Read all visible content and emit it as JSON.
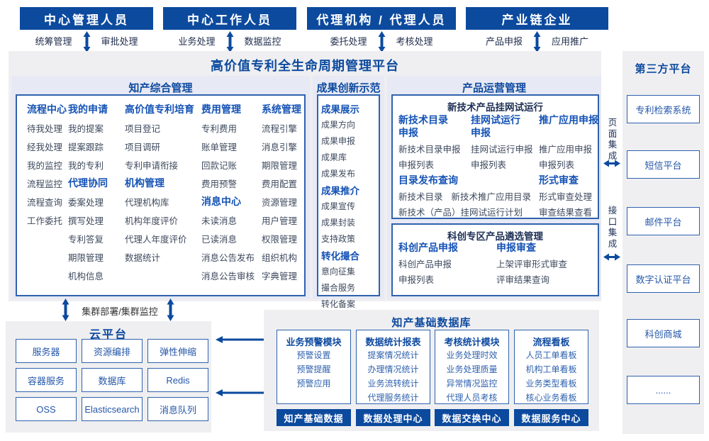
{
  "colors": {
    "primary": "#0C4A9E",
    "section_header": "#1553B5",
    "panel_bg": "#E7E9F4",
    "area_bg": "#EFEFF1",
    "box_border": "#2F62AE",
    "item_text": "#3E4A5E",
    "blue_item_text": "#2457A8",
    "dark_label": "#1C2E54"
  },
  "actors": [
    {
      "title": "中心管理人员",
      "left": "统筹管理",
      "right": "审批处理"
    },
    {
      "title": "中心工作人员",
      "left": "业务处理",
      "right": "数据监控"
    },
    {
      "title": "代理机构 / 代理人员",
      "left": "委托处理",
      "right": "考核处理"
    },
    {
      "title": "产业链企业",
      "left": "产品申报",
      "right": "应用推广"
    }
  ],
  "platform_title": "高价值专利全生命周期管理平台",
  "zhichan": {
    "title": "知产综合管理",
    "col1_sec1": {
      "header": "流程中心",
      "items": [
        "待我处理",
        "经我处理",
        "我的监控",
        "流程监控",
        "流程查询",
        "工作委托"
      ]
    },
    "col2_sec1": {
      "header": "我的申请",
      "items": [
        "我的提案",
        "提案跟踪",
        "我的专利"
      ]
    },
    "col2_sec2": {
      "header": "代理协同",
      "items": [
        "委案处理",
        "撰写处理",
        "专利答复",
        "期限管理",
        "机构信息"
      ]
    },
    "col3_sec1": {
      "header": "高价值专利培育",
      "items": [
        "项目登记",
        "项目调研",
        "专利申请衔接"
      ]
    },
    "col3_sec2": {
      "header": "机构管理",
      "items": [
        "代理机构库",
        "机构年度评价",
        "代理人年度评价",
        "数据统计"
      ]
    },
    "col4_sec1": {
      "header": "费用管理",
      "items": [
        "专利费用",
        "账单管理",
        "回款记账",
        "费用预警"
      ]
    },
    "col4_sec2": {
      "header": "消息中心",
      "items": [
        "未读消息",
        "已读消息",
        "消息公告发布",
        "消息公告审核"
      ]
    },
    "col5_sec1": {
      "header": "系统管理",
      "items": [
        "流程引擎",
        "消息引擎",
        "期限管理",
        "费用配置",
        "资源管理",
        "用户管理",
        "权限管理",
        "组织机构",
        "字典管理"
      ]
    }
  },
  "chengguo": {
    "title": "成果创新示范",
    "sec1": {
      "header": "成果展示",
      "items": [
        "成果方向",
        "成果申报",
        "成果库",
        "成果发布"
      ]
    },
    "sec2": {
      "header": "成果推介",
      "items": [
        "成果宣传",
        "成果封装",
        "支持政策"
      ]
    },
    "sec3": {
      "header": "转化撮合",
      "items": [
        "意向征集",
        "撮合服务",
        "转化备案"
      ]
    }
  },
  "chanpin": {
    "title": "产品运营管理",
    "box1_title": "新技术产品挂网试运行",
    "g1": {
      "h1": "新技术目录",
      "h2": "申报",
      "items": [
        "新技术目录申报",
        "申报列表"
      ]
    },
    "g2": {
      "h1": "挂网试运行",
      "h2": "申报",
      "items": [
        "挂网试运行申报",
        "申报列表"
      ]
    },
    "g3": {
      "h1": "推广应用申报",
      "h2": "",
      "items": [
        "推广应用申报",
        "申报列表"
      ]
    },
    "g4": {
      "header": "目录发布查询",
      "items": [
        "新技术目录",
        "新技术推广应用目录",
        "新技术（产品）挂网试运行计划"
      ]
    },
    "g5": {
      "header": "形式审查",
      "items": [
        "形式审查处理",
        "审查结果查看"
      ]
    },
    "box2_title": "科创专区产品遴选管理",
    "g6": {
      "header": "科创产品申报",
      "items": [
        "科创产品申报",
        "申报列表"
      ]
    },
    "g7": {
      "header": "申报审查",
      "items": [
        "上架评审形式审查",
        "评审结果查询"
      ]
    }
  },
  "integration": {
    "page": "页面集成",
    "interface": "接口集成"
  },
  "third_party": {
    "title": "第三方平台",
    "items": [
      "专利检索系统",
      "短信平台",
      "邮件平台",
      "数字认证平台",
      "科创商城",
      "......"
    ]
  },
  "cluster_label": "集群部署/集群监控",
  "cloud": {
    "title": "云平台",
    "items": [
      "服务器",
      "资源编排",
      "弹性伸缩",
      "容器服务",
      "数据库",
      "Redis",
      "OSS",
      "Elasticsearch",
      "消息队列"
    ]
  },
  "database": {
    "title": "知产基础数据库",
    "mod1": {
      "header": "业务预警模块",
      "items": [
        "预警设置",
        "预警提醒",
        "预警应用"
      ]
    },
    "mod2": {
      "header": "数据统计报表",
      "items": [
        "提案情况统计",
        "办理情况统计",
        "业务流转统计",
        "代理服务统计"
      ]
    },
    "mod3": {
      "header": "考核统计模块",
      "items": [
        "业务处理时效",
        "业务处理质量",
        "异常情况监控",
        "代理人员考核"
      ]
    },
    "mod4": {
      "header": "流程看板",
      "items": [
        "人员工单看板",
        "机构工单看板",
        "业务类型看板",
        "核心业务看板"
      ]
    },
    "bars": [
      "知产基础数据",
      "数据处理中心",
      "数据交换中心",
      "数据服务中心"
    ]
  }
}
